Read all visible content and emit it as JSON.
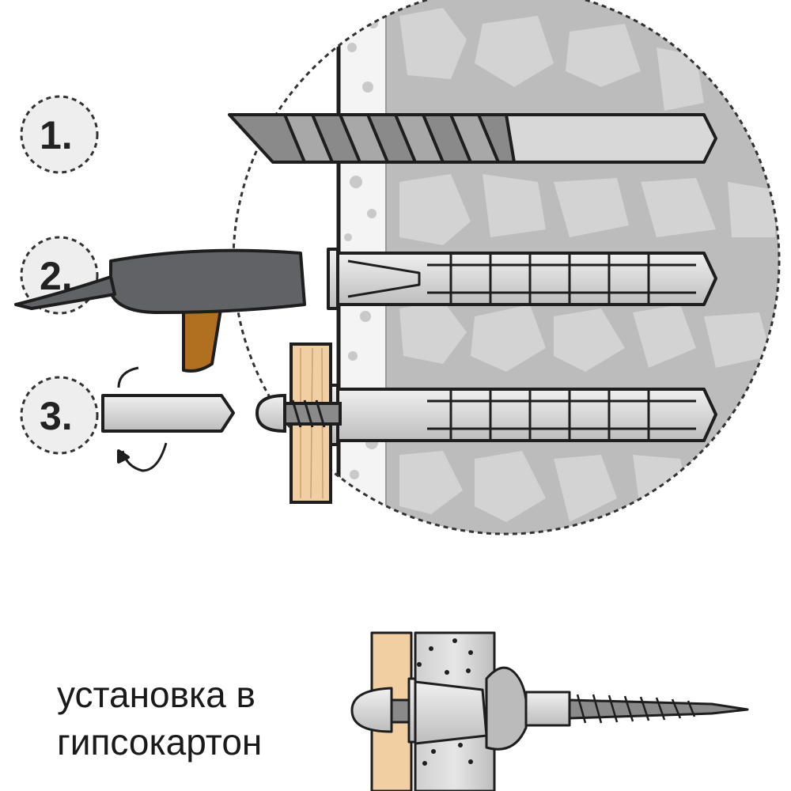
{
  "steps": [
    {
      "label": "1.",
      "action": "drill-icon"
    },
    {
      "label": "2.",
      "action": "hammer-icon"
    },
    {
      "label": "3.",
      "action": "screwdriver-icon"
    }
  ],
  "caption": {
    "line1": "установка в",
    "line2": "гипсокартон"
  },
  "colors": {
    "stone_bg": "#bcbcbc",
    "stone": "#d3d3d3",
    "wood": "#f1cfa2",
    "metal": "#d8d8d8",
    "drill": "#8a8a8a",
    "hammer": "#606266",
    "handle": "#b07020",
    "outline": "#1e1e1e"
  }
}
